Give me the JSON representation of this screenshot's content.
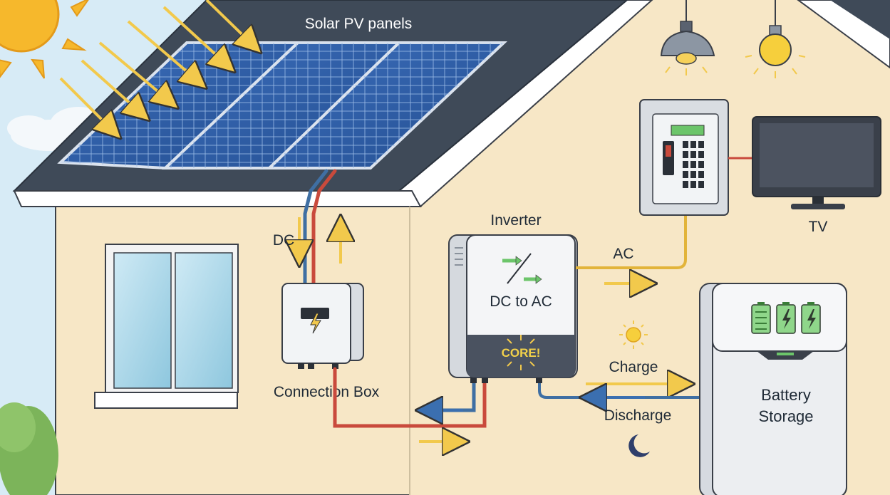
{
  "labels": {
    "solar_panels": "Solar PV panels",
    "dc": "DC",
    "connection_box": "Connection Box",
    "inverter": "Inverter",
    "dc_to_ac": "DC to AC",
    "core": "CORE!",
    "ac": "AC",
    "tv": "TV",
    "charge": "Charge",
    "discharge": "Discharge",
    "battery_line1": "Battery",
    "battery_line2": "Storage"
  },
  "colors": {
    "sky": "#d7ebf6",
    "roof": "#3f4a58",
    "wall": "#f7e7c6",
    "panel": "#2f5fa8",
    "dc_positive": "#c94a3c",
    "dc_negative": "#3f6fa3",
    "ac_line": "#e2b43a",
    "arrow_yellow": "#f2c94c",
    "arrow_blue": "#3b6fb0",
    "sun": "#f6b82c",
    "battery_green": "#6cc56a"
  },
  "icons": [
    "sun-icon",
    "solar-panel-icon",
    "lightning-icon",
    "ceiling-lamp-icon",
    "light-bulb-icon",
    "breaker-panel-icon",
    "tv-icon",
    "inverter-icon",
    "battery-icon",
    "moon-icon",
    "sparkle-icon"
  ]
}
